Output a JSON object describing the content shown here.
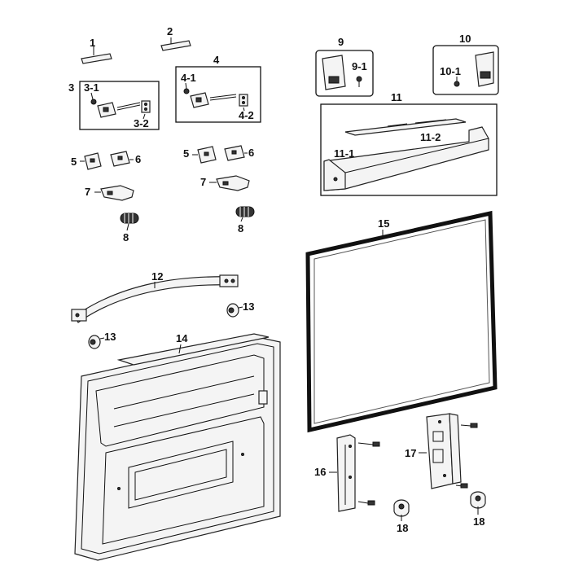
{
  "labels": {
    "p1": "1",
    "p2": "2",
    "p3": "3",
    "p3_1": "3-1",
    "p3_2": "3-2",
    "p4": "4",
    "p4_1": "4-1",
    "p4_2": "4-2",
    "p5a": "5",
    "p6a": "6",
    "p5b": "5",
    "p6b": "6",
    "p7a": "7",
    "p7b": "7",
    "p8a": "8",
    "p8b": "8",
    "p9": "9",
    "p9_1": "9-1",
    "p10": "10",
    "p10_1": "10-1",
    "p11": "11",
    "p11_1": "11-1",
    "p11_2": "11-2",
    "p12": "12",
    "p13a": "13",
    "p13b": "13",
    "p14": "14",
    "p15": "15",
    "p16": "16",
    "p17": "17",
    "p18a": "18",
    "p18b": "18"
  }
}
